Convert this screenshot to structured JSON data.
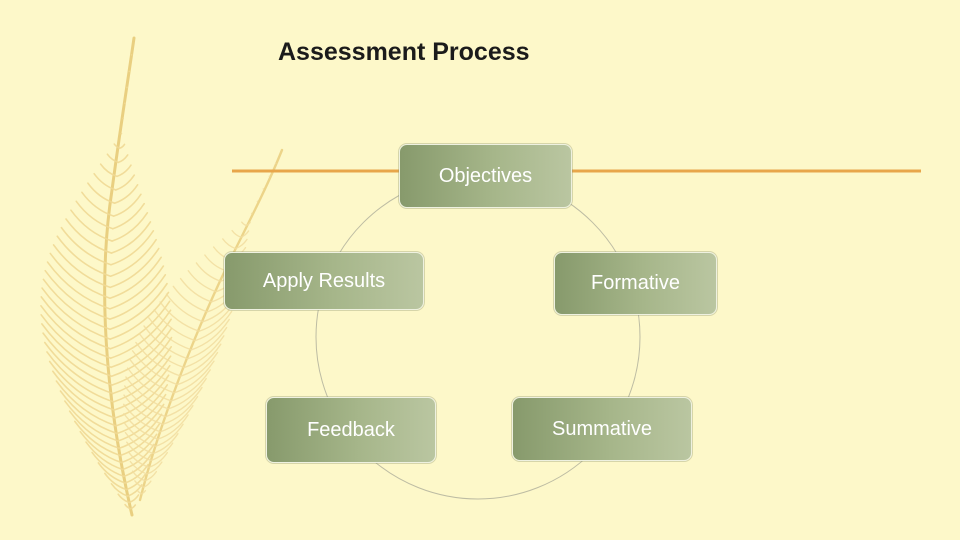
{
  "slide": {
    "title": "Assessment Process"
  },
  "diagram": {
    "type": "cycle",
    "nodes": [
      {
        "id": "objectives",
        "label": "Objectives"
      },
      {
        "id": "formative",
        "label": "Formative"
      },
      {
        "id": "summative",
        "label": "Summative"
      },
      {
        "id": "feedback",
        "label": "Feedback"
      },
      {
        "id": "apply",
        "label": "Apply Results"
      }
    ]
  },
  "theme": {
    "background": "#fdf8c9",
    "accent_line": "#e8a64a",
    "node_fill_start": "#879a6c",
    "node_fill_end": "#bac6a1",
    "feather": "#efd990"
  },
  "decoration": {
    "icon": "feather-icon"
  }
}
